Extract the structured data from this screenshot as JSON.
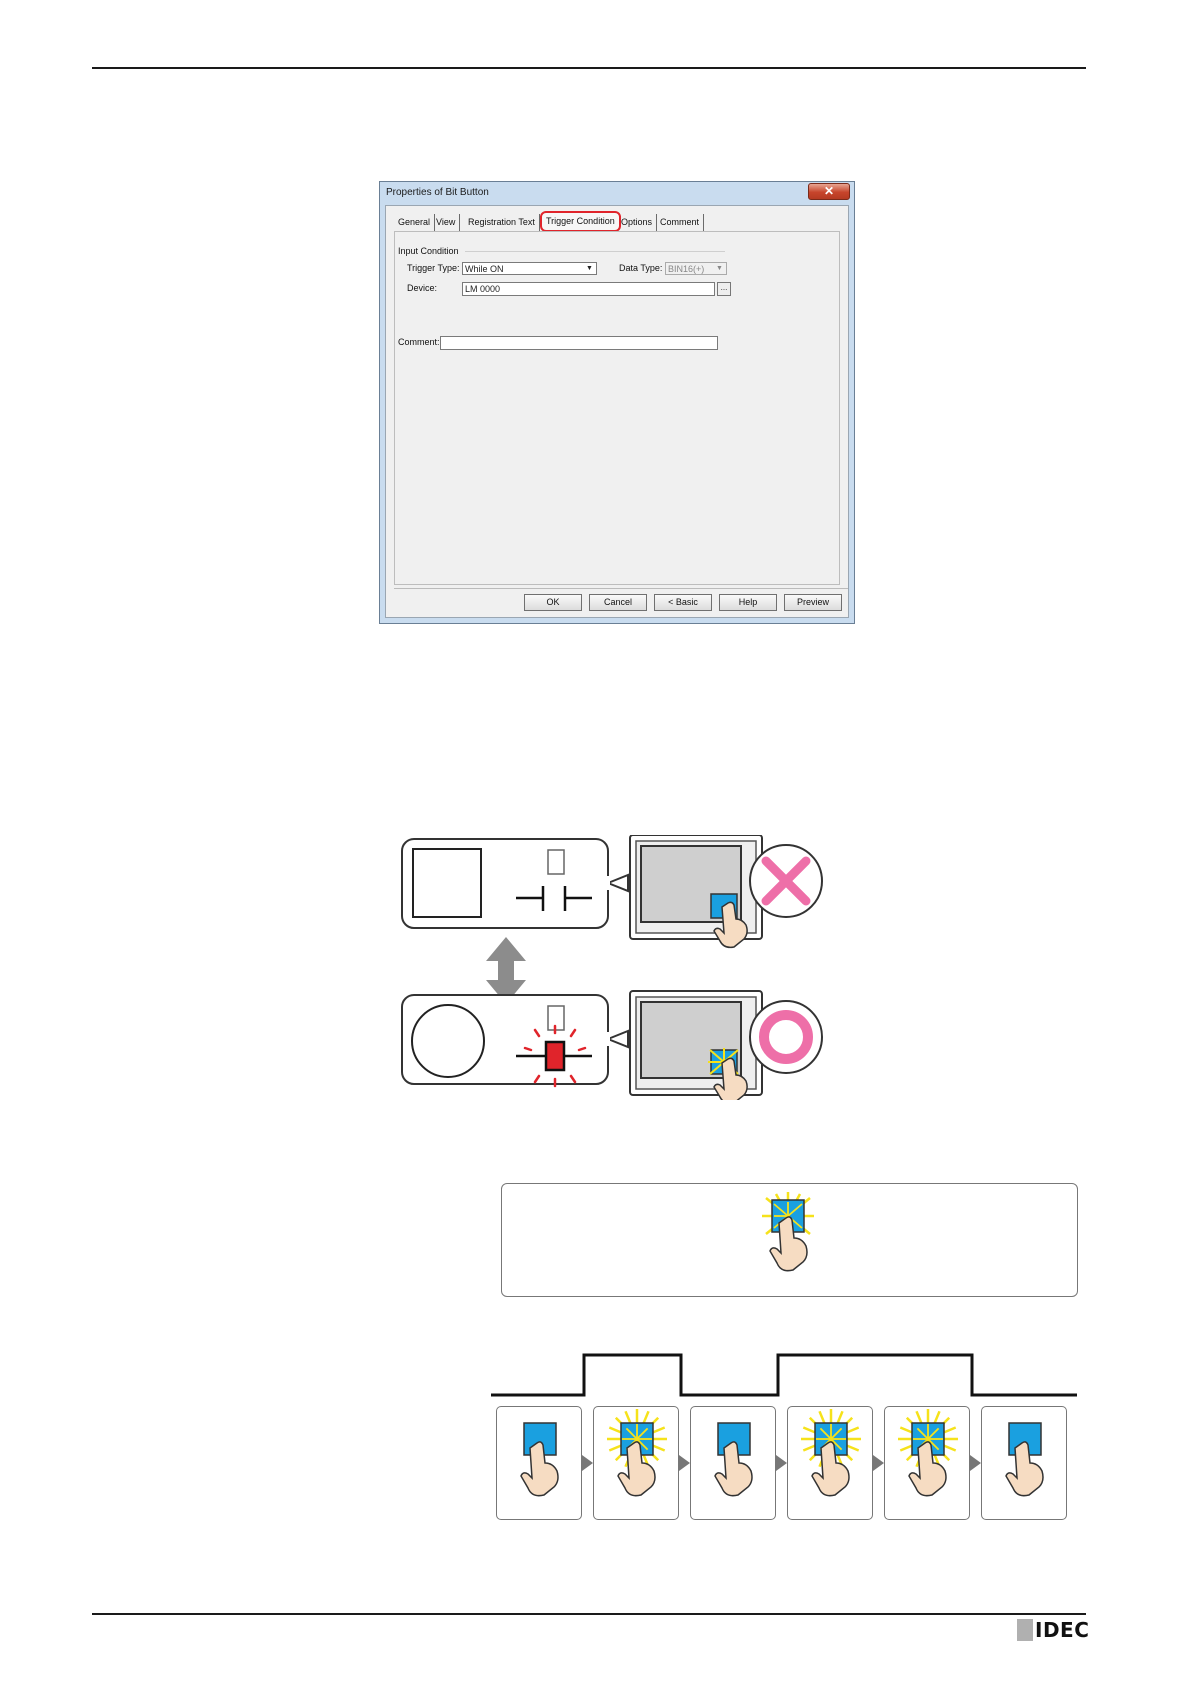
{
  "dialog": {
    "title": "Properties of Bit Button",
    "close_glyph": "✕",
    "tabs": [
      "General",
      "View",
      "Registration Text",
      "Trigger Condition",
      "Options",
      "Comment"
    ],
    "active_tab": "Trigger Condition",
    "group_label": "Input Condition",
    "trigger_type_label": "Trigger Type:",
    "trigger_type_value": "While ON",
    "data_type_label": "Data Type:",
    "data_type_value": "BIN16(+)",
    "device_label": "Device:",
    "device_value": "LM 0000",
    "browse_label": "...",
    "comment_label": "Comment:",
    "comment_value": "",
    "buttons": [
      "OK",
      "Cancel",
      "< Basic",
      "Help",
      "Preview"
    ]
  },
  "trigger_diagram": {
    "off_result_icon": "cross-mark-icon",
    "on_result_icon": "circle-mark-icon",
    "accent_pink": "#ee6fa8",
    "button_blue": "#1aa0e0",
    "coil_red": "#e0242b"
  },
  "timing_diagram": {
    "pulse_states": [
      0,
      1,
      0,
      1,
      1,
      0
    ],
    "steps": [
      "released",
      "pressed",
      "released",
      "pressed",
      "pressed",
      "released"
    ]
  },
  "footer": {
    "logo": "IDEC"
  }
}
